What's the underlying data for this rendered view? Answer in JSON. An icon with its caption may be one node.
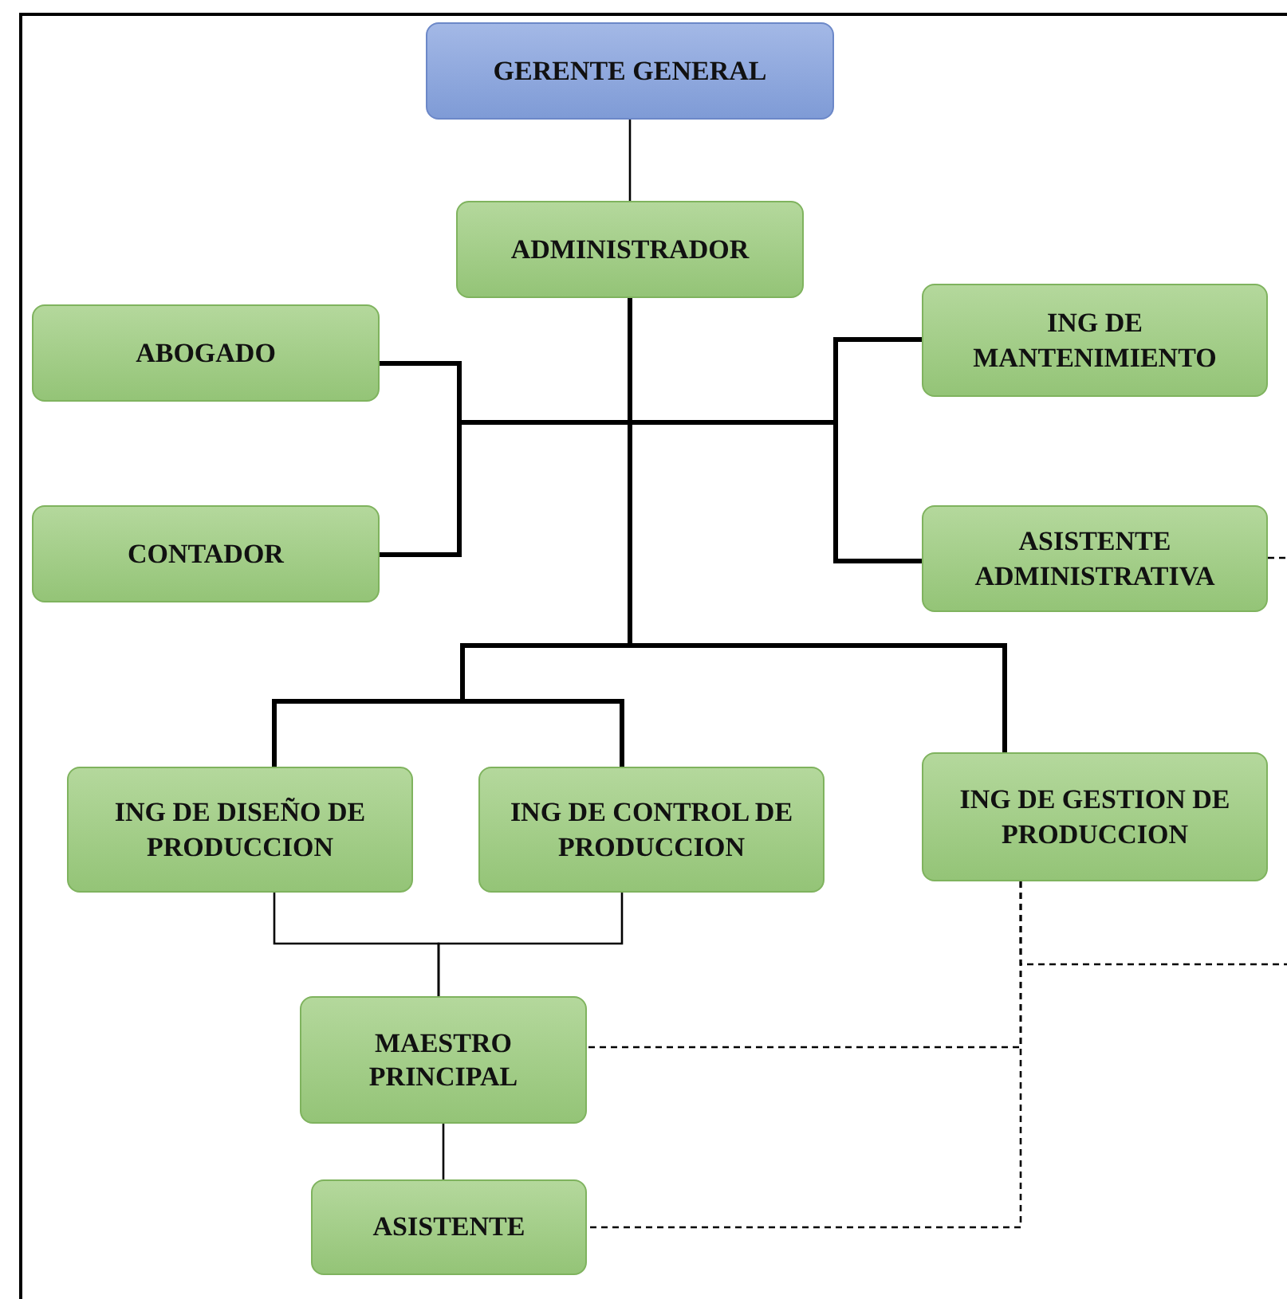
{
  "diagram": {
    "nodes": [
      {
        "text": [
          "GERENTE GENERAL"
        ]
      },
      {
        "text": [
          "ADMINISTRADOR"
        ]
      },
      {
        "text": [
          "ABOGADO"
        ]
      },
      {
        "text": [
          "CONTADOR"
        ]
      },
      {
        "text": [
          "ING DE MANTENIMIENTO"
        ]
      },
      {
        "text": [
          "ASISTENTE ADMINISTRATIVA"
        ]
      },
      {
        "text": [
          "ING DE DISEÑO DE PRODUCCION"
        ]
      },
      {
        "text": [
          "ING DE CONTROL DE PRODUCCION"
        ]
      },
      {
        "text": [
          "ING DE GESTION DE PRODUCCION"
        ]
      },
      {
        "text": [
          "MAESTRO PRINCIPAL"
        ]
      },
      {
        "text": [
          "ASISTENTE"
        ]
      }
    ],
    "edges": [
      {
        "from": 0,
        "to": 1,
        "arrow": "none"
      },
      {
        "from": 1,
        "to": 2,
        "arrow": "none",
        "style": "thick"
      },
      {
        "from": 1,
        "to": 3,
        "arrow": "none",
        "style": "thick"
      },
      {
        "from": 1,
        "to": 4,
        "arrow": "none",
        "style": "thick"
      },
      {
        "from": 1,
        "to": 5,
        "arrow": "none",
        "style": "thick"
      },
      {
        "from": 1,
        "to": 6,
        "arrow": "none",
        "style": "thick"
      },
      {
        "from": 1,
        "to": 7,
        "arrow": "none",
        "style": "thick"
      },
      {
        "from": 1,
        "to": 8,
        "arrow": "none",
        "style": "thick"
      },
      {
        "from": 6,
        "to": 9,
        "arrow": "none"
      },
      {
        "from": 7,
        "to": 9,
        "arrow": "none"
      },
      {
        "from": 9,
        "to": 10,
        "arrow": "none"
      },
      {
        "from": 8,
        "to": 9,
        "arrow": "none",
        "style": "dashed"
      },
      {
        "from": 8,
        "to": 10,
        "arrow": "none",
        "style": "dashed"
      },
      {
        "from": 8,
        "to": null,
        "arrow": "none",
        "style": "dashed"
      },
      {
        "from": 5,
        "to": null,
        "arrow": "none",
        "style": "dashed"
      }
    ]
  }
}
